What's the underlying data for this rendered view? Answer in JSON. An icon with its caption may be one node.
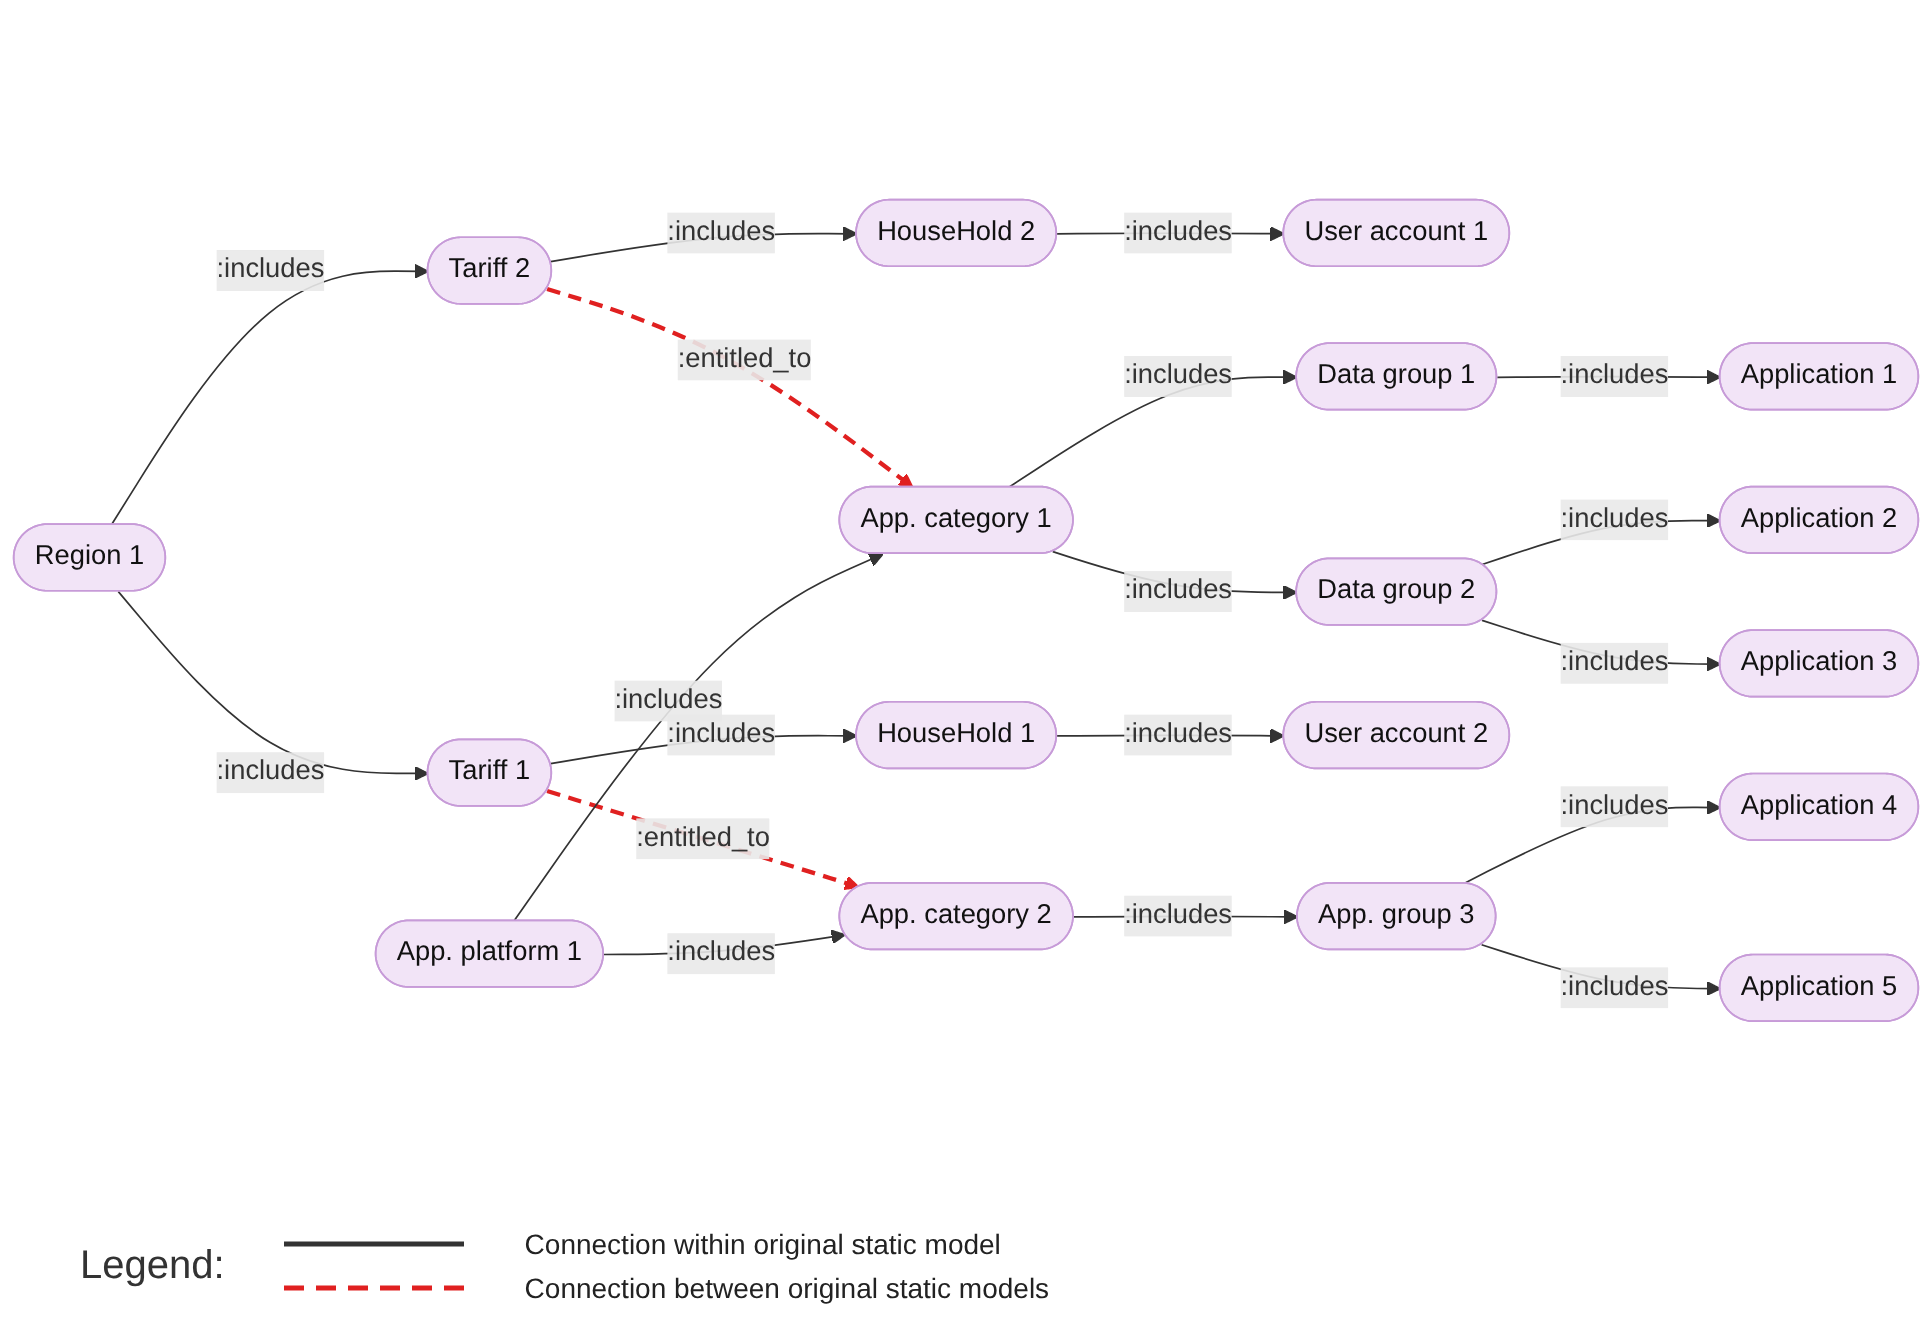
{
  "diagram": {
    "nodes": [
      {
        "text": [
          "User account 1"
        ]
      },
      {
        "text": [
          "HouseHold 2"
        ]
      },
      {
        "text": [
          "Data group 1"
        ]
      },
      {
        "text": [
          "Application 1"
        ]
      },
      {
        "text": [
          "Tariff 2"
        ]
      },
      {
        "text": [
          "App. category 1"
        ]
      },
      {
        "text": [
          "Application 2"
        ]
      },
      {
        "text": [
          "Region 1"
        ]
      },
      {
        "text": [
          "Application 3"
        ]
      },
      {
        "text": [
          "Data group 2"
        ]
      },
      {
        "text": [
          "Tariff 1"
        ]
      },
      {
        "text": [
          "App. platform 1"
        ]
      },
      {
        "text": [
          "Application 4"
        ]
      },
      {
        "text": [
          "HouseHold 1"
        ]
      },
      {
        "text": [
          "User account 2"
        ]
      },
      {
        "text": [
          "App. group 3"
        ]
      },
      {
        "text": [
          "Application 5"
        ]
      },
      {
        "text": [
          "App. category 2"
        ]
      }
    ],
    "edges": [
      {
        "from": 1,
        "to": 0,
        "arrow": "to",
        "label": ":includes"
      },
      {
        "from": 4,
        "to": 1,
        "arrow": "to",
        "label": ":includes"
      },
      {
        "from": 7,
        "to": 4,
        "arrow": "to",
        "label": ":includes"
      },
      {
        "from": 4,
        "to": 5,
        "arrow": "to",
        "label": ":entitled_to",
        "style": "dashed",
        "color": "#e02020"
      },
      {
        "from": 7,
        "to": 10,
        "arrow": "to",
        "label": ":includes"
      },
      {
        "from": 10,
        "to": 13,
        "arrow": "to",
        "label": ":includes"
      },
      {
        "from": 13,
        "to": 14,
        "arrow": "to",
        "label": ":includes"
      },
      {
        "from": 10,
        "to": 17,
        "arrow": "to",
        "label": ":entitled_to",
        "style": "dashed",
        "color": "#e02020"
      },
      {
        "from": 2,
        "to": 3,
        "arrow": "to",
        "label": ":includes"
      },
      {
        "from": 5,
        "to": 2,
        "arrow": "to",
        "label": ":includes"
      },
      {
        "from": 5,
        "to": 9,
        "arrow": "to",
        "label": ":includes"
      },
      {
        "from": 9,
        "to": 6,
        "arrow": "to",
        "label": ":includes"
      },
      {
        "from": 9,
        "to": 8,
        "arrow": "to",
        "label": ":includes"
      },
      {
        "from": 11,
        "to": 5,
        "arrow": "to",
        "label": ":includes"
      },
      {
        "from": 11,
        "to": 17,
        "arrow": "to",
        "label": ":includes"
      },
      {
        "from": 15,
        "to": 12,
        "arrow": "to",
        "label": ":includes"
      },
      {
        "from": 15,
        "to": 16,
        "arrow": "to",
        "label": ":includes"
      },
      {
        "from": 17,
        "to": 15,
        "arrow": "to",
        "label": ":includes"
      }
    ],
    "labels": [
      "Legend:"
    ],
    "legend": [
      {
        "text": "Connection within original static model"
      },
      {
        "text": "Connection between original static models"
      }
    ]
  }
}
